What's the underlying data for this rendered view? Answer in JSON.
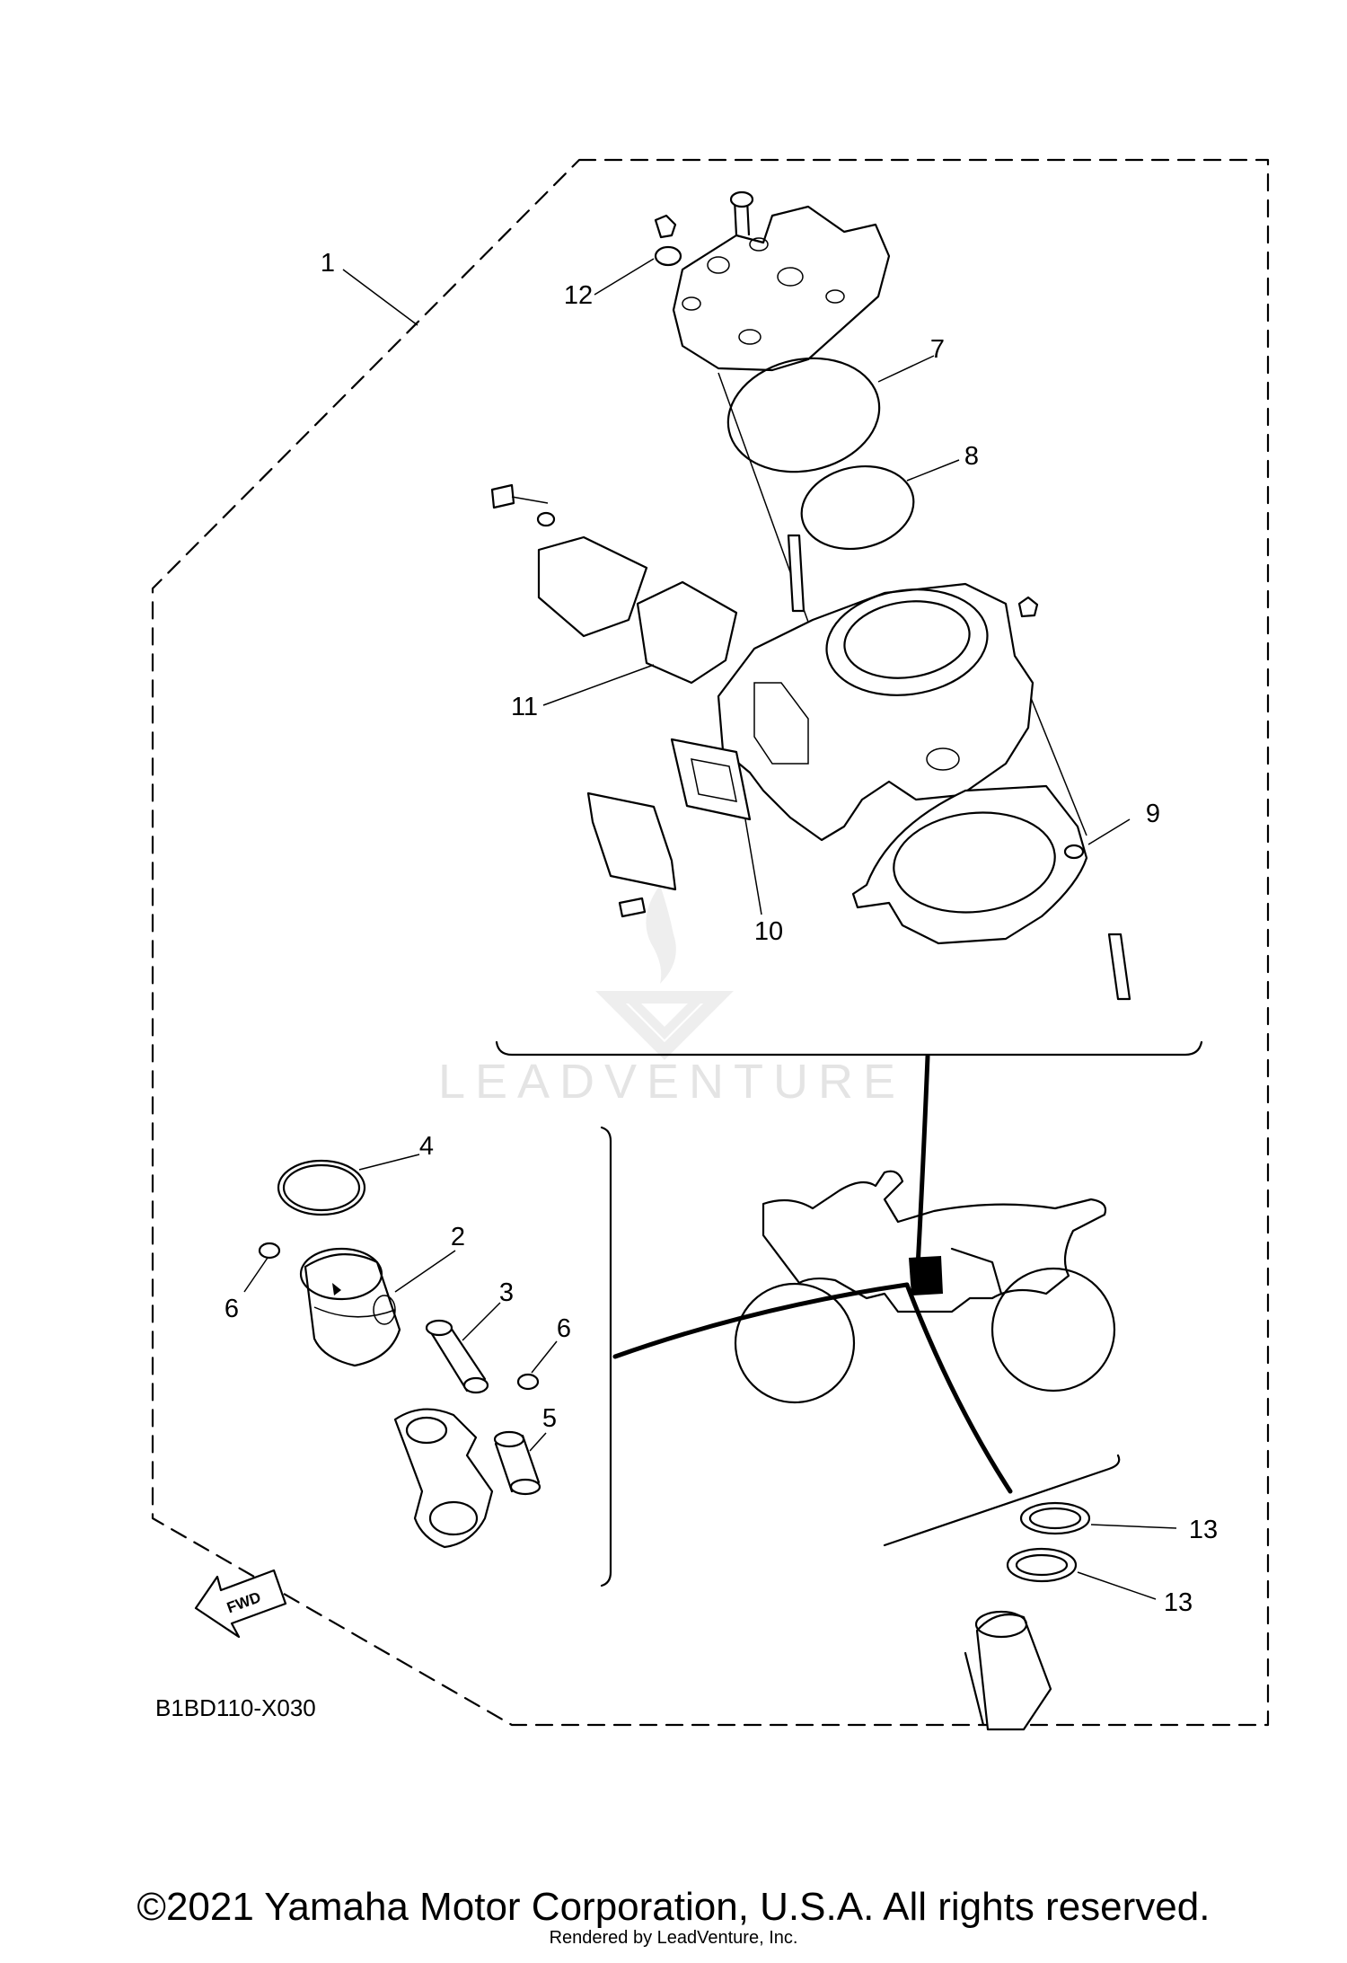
{
  "diagram_code": "B1BD110-X030",
  "fwd_label": "FWD",
  "watermark": "LEADVENTURE",
  "callouts": {
    "c1": "1",
    "c2": "2",
    "c3": "3",
    "c4": "4",
    "c5": "5",
    "c6a": "6",
    "c6b": "6",
    "c7": "7",
    "c8": "8",
    "c9": "9",
    "c10": "10",
    "c11": "11",
    "c12": "12",
    "c13a": "13",
    "c13b": "13"
  },
  "footer": {
    "copyright": "©2021 Yamaha Motor Corporation, U.S.A. All rights reserved.",
    "rendered_by": "Rendered by LeadVenture, Inc."
  }
}
